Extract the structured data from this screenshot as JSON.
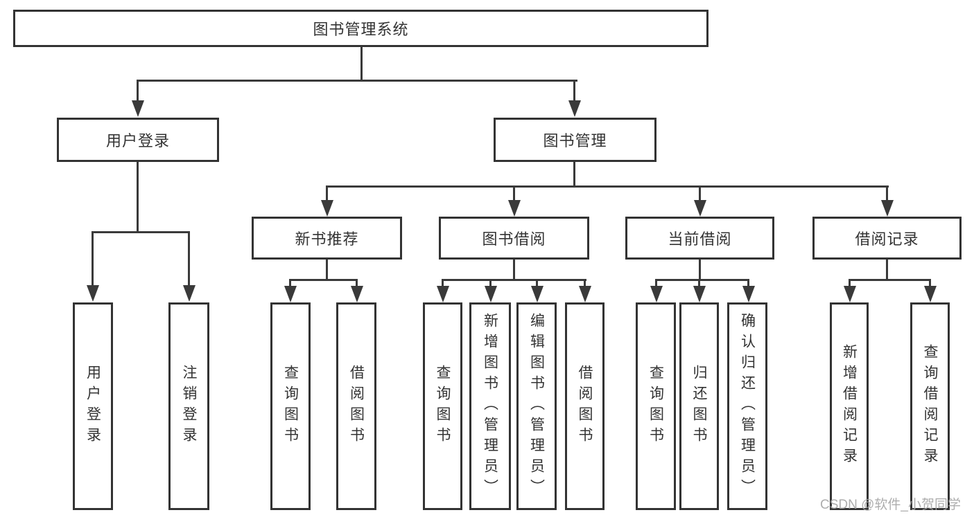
{
  "nodes": {
    "root": "图书管理系统",
    "user_login": {
      "label": "用户登录",
      "children": [
        "用户登录",
        "注销登录"
      ]
    },
    "book_mgmt": {
      "label": "图书管理",
      "sections": [
        {
          "label": "新书推荐",
          "children": [
            "查询图书",
            "借阅图书"
          ]
        },
        {
          "label": "图书借阅",
          "children": [
            "查询图书",
            "新增图书（管理员）",
            "编辑图书（管理员）",
            "借阅图书"
          ]
        },
        {
          "label": "当前借阅",
          "children": [
            "查询图书",
            "归还图书",
            "确认归还（管理员）"
          ]
        },
        {
          "label": "借阅记录",
          "children": [
            "新增借阅记录",
            "查询借阅记录"
          ]
        }
      ]
    }
  },
  "watermark": {
    "text": "CSDN @软件_小贺同学"
  },
  "colors": {
    "line": "#3a3a3a",
    "box_border": "#333333",
    "text": "#333333",
    "watermark": "#a4a4a4",
    "background": "#ffffff"
  }
}
